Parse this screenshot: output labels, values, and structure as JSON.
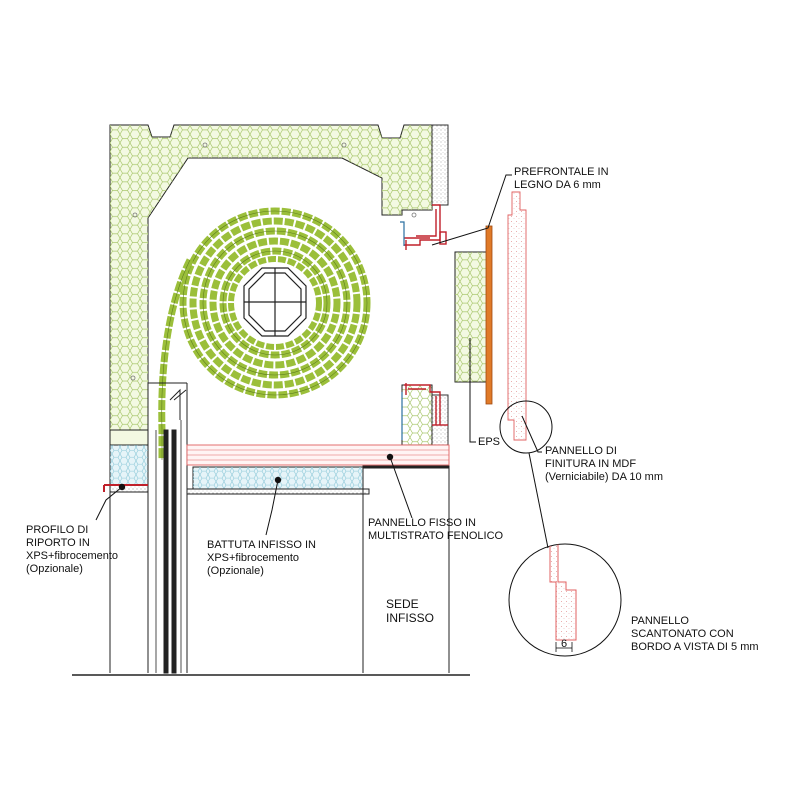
{
  "labels": {
    "prefrontale": {
      "line1": "PREFRONTALE IN",
      "line2": "LEGNO DA 6 mm"
    },
    "eps": "EPS",
    "pannello_finitura": {
      "line1": "PANNELLO DI",
      "line2": "FINITURA IN MDF",
      "line3": "(Verniciabile) DA 10 mm"
    },
    "profilo": {
      "line1": "PROFILO DI",
      "line2": "RIPORTO IN",
      "line3": "XPS+fibrocemento",
      "line4": "(Opzionale)"
    },
    "battuta": {
      "line1": "BATTUTA INFISSO IN",
      "line2": "XPS+fibrocemento",
      "line3": "(Opzionale)"
    },
    "pannello_fisso": {
      "line1": "PANNELLO FISSO IN",
      "line2": "MULTISTRATO FENOLICO"
    },
    "sede_infisso": {
      "line1": "SEDE",
      "line2": "INFISSO"
    },
    "pannello_scantonato": {
      "line1": "PANNELLO",
      "line2": "SCANTONATO CON",
      "line3": "BORDO A VISTA DI 5 mm"
    },
    "dimension": "6"
  },
  "colors": {
    "insulation_fill": "#eef6d4",
    "insulation_line": "#a8c66c",
    "shutter": "#9bbf3a",
    "profile_red": "#c0202a",
    "wood": "#e07a28",
    "mdf_line": "#e06060",
    "xps_fill": "#e6f4f8"
  }
}
